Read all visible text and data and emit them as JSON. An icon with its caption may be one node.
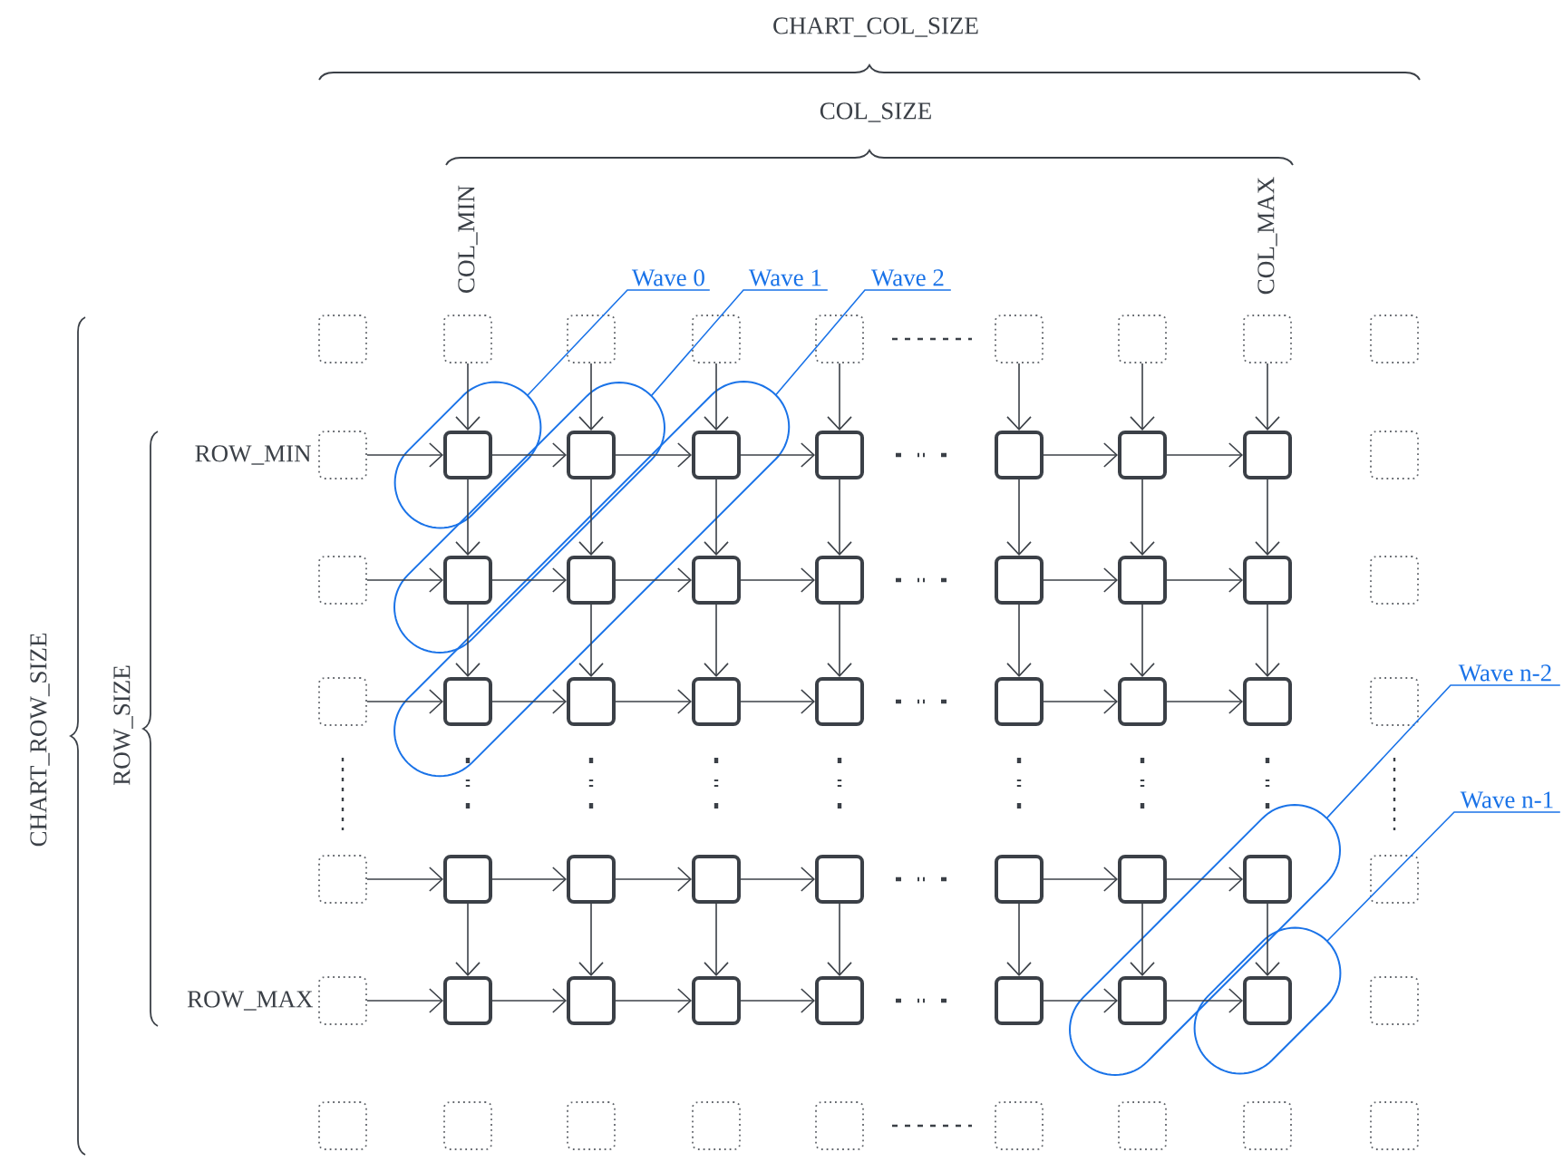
{
  "diagram": {
    "nodes": [
      {
        "text": [],
        "shape": "capsule"
      },
      {
        "text": [],
        "shape": "capsule"
      },
      {
        "text": [],
        "shape": "capsule"
      },
      {
        "text": [],
        "shape": "capsule"
      },
      {
        "text": [],
        "shape": "capsule"
      },
      {
        "text": [],
        "shape": "box"
      },
      {
        "text": [],
        "shape": "box"
      },
      {
        "text": [],
        "shape": "box"
      },
      {
        "text": [],
        "shape": "box"
      },
      {
        "text": [],
        "shape": "box"
      },
      {
        "text": [],
        "shape": "box"
      },
      {
        "text": [],
        "shape": "box"
      },
      {
        "text": [],
        "shape": "box"
      },
      {
        "text": [],
        "shape": "box"
      },
      {
        "text": [],
        "shape": "box"
      },
      {
        "text": [],
        "shape": "box",
        "in": 0
      },
      {
        "text": [],
        "shape": "box",
        "in": 1
      },
      {
        "text": [],
        "shape": "box",
        "in": 2
      },
      {
        "text": [],
        "shape": "box"
      },
      {
        "text": [],
        "shape": "box"
      },
      {
        "text": [],
        "shape": "box"
      },
      {
        "text": [],
        "shape": "box"
      },
      {
        "text": [],
        "shape": "box"
      },
      {
        "text": [],
        "shape": "box"
      },
      {
        "text": [],
        "shape": "box",
        "in": 1
      },
      {
        "text": [],
        "shape": "box",
        "in": 2
      },
      {
        "text": [],
        "shape": "box"
      },
      {
        "text": [],
        "shape": "box"
      },
      {
        "text": [],
        "shape": "box"
      },
      {
        "text": [],
        "shape": "box"
      },
      {
        "text": [],
        "shape": "box"
      },
      {
        "text": [],
        "shape": "box"
      },
      {
        "text": [],
        "shape": "box"
      },
      {
        "text": [],
        "shape": "box",
        "in": 2
      },
      {
        "text": [],
        "shape": "box"
      },
      {
        "text": [],
        "shape": "box"
      },
      {
        "text": [],
        "shape": "box"
      },
      {
        "text": [],
        "shape": "box"
      },
      {
        "text": [],
        "shape": "box"
      },
      {
        "text": [],
        "shape": "box"
      },
      {
        "text": [],
        "shape": "box"
      },
      {
        "text": [],
        "shape": "box"
      },
      {
        "text": [],
        "shape": "box"
      },
      {
        "text": [],
        "shape": "box"
      },
      {
        "text": [],
        "shape": "box"
      },
      {
        "text": [],
        "shape": "box"
      },
      {
        "text": [],
        "shape": "box"
      },
      {
        "text": [],
        "shape": "box"
      },
      {
        "text": [],
        "shape": "box",
        "in": 3
      },
      {
        "text": [],
        "shape": "box"
      },
      {
        "text": [],
        "shape": "box"
      },
      {
        "text": [],
        "shape": "box"
      },
      {
        "text": [],
        "shape": "box"
      },
      {
        "text": [],
        "shape": "box"
      },
      {
        "text": [],
        "shape": "box"
      },
      {
        "text": [],
        "shape": "box"
      },
      {
        "text": [],
        "shape": "box",
        "in": 3
      },
      {
        "text": [],
        "shape": "box",
        "in": 4
      },
      {
        "text": [],
        "shape": "box"
      },
      {
        "text": [],
        "shape": "box"
      },
      {
        "text": [],
        "shape": "box"
      },
      {
        "text": [],
        "shape": "box"
      },
      {
        "text": [],
        "shape": "box"
      },
      {
        "text": [],
        "shape": "box"
      },
      {
        "text": [],
        "shape": "box"
      },
      {
        "text": [],
        "shape": "box"
      },
      {
        "text": [],
        "shape": "box"
      },
      {
        "text": [],
        "shape": "box"
      },
      {
        "text": [
          "Wave 0"
        ]
      },
      {
        "text": [
          "Wave 1"
        ]
      },
      {
        "text": [
          "Wave 2"
        ]
      },
      {
        "text": [
          "Wave n-2"
        ]
      },
      {
        "text": [
          "Wave n-1"
        ]
      }
    ],
    "edges": [
      {
        "from": 14,
        "to": 15,
        "arrow": "to"
      },
      {
        "from": 15,
        "to": 16,
        "arrow": "to"
      },
      {
        "from": 16,
        "to": 17,
        "arrow": "to"
      },
      {
        "from": 17,
        "to": 18,
        "arrow": "to"
      },
      {
        "from": 19,
        "to": 20,
        "arrow": "to"
      },
      {
        "from": 20,
        "to": 21,
        "arrow": "to"
      },
      {
        "from": 23,
        "to": 24,
        "arrow": "to"
      },
      {
        "from": 24,
        "to": 25,
        "arrow": "to"
      },
      {
        "from": 25,
        "to": 26,
        "arrow": "to"
      },
      {
        "from": 26,
        "to": 27,
        "arrow": "to"
      },
      {
        "from": 28,
        "to": 29,
        "arrow": "to"
      },
      {
        "from": 29,
        "to": 30,
        "arrow": "to"
      },
      {
        "from": 32,
        "to": 33,
        "arrow": "to"
      },
      {
        "from": 33,
        "to": 34,
        "arrow": "to"
      },
      {
        "from": 34,
        "to": 35,
        "arrow": "to"
      },
      {
        "from": 35,
        "to": 36,
        "arrow": "to"
      },
      {
        "from": 37,
        "to": 38,
        "arrow": "to"
      },
      {
        "from": 38,
        "to": 39,
        "arrow": "to"
      },
      {
        "from": 41,
        "to": 42,
        "arrow": "to"
      },
      {
        "from": 42,
        "to": 43,
        "arrow": "to"
      },
      {
        "from": 43,
        "to": 44,
        "arrow": "to"
      },
      {
        "from": 44,
        "to": 45,
        "arrow": "to"
      },
      {
        "from": 46,
        "to": 47,
        "arrow": "to"
      },
      {
        "from": 47,
        "to": 48,
        "arrow": "to"
      },
      {
        "from": 50,
        "to": 51,
        "arrow": "to"
      },
      {
        "from": 51,
        "to": 52,
        "arrow": "to"
      },
      {
        "from": 52,
        "to": 53,
        "arrow": "to"
      },
      {
        "from": 53,
        "to": 54,
        "arrow": "to"
      },
      {
        "from": 55,
        "to": 56,
        "arrow": "to"
      },
      {
        "from": 56,
        "to": 57,
        "arrow": "to"
      },
      {
        "from": 6,
        "to": 15,
        "arrow": "to"
      },
      {
        "from": 15,
        "to": 24,
        "arrow": "to"
      },
      {
        "from": 24,
        "to": 33,
        "arrow": "to"
      },
      {
        "from": 42,
        "to": 51,
        "arrow": "to"
      },
      {
        "from": 7,
        "to": 16,
        "arrow": "to"
      },
      {
        "from": 16,
        "to": 25,
        "arrow": "to"
      },
      {
        "from": 25,
        "to": 34,
        "arrow": "to"
      },
      {
        "from": 43,
        "to": 52,
        "arrow": "to"
      },
      {
        "from": 8,
        "to": 17,
        "arrow": "to"
      },
      {
        "from": 17,
        "to": 26,
        "arrow": "to"
      },
      {
        "from": 26,
        "to": 35,
        "arrow": "to"
      },
      {
        "from": 44,
        "to": 53,
        "arrow": "to"
      },
      {
        "from": 9,
        "to": 18,
        "arrow": "to"
      },
      {
        "from": 18,
        "to": 27,
        "arrow": "to"
      },
      {
        "from": 27,
        "to": 36,
        "arrow": "to"
      },
      {
        "from": 45,
        "to": 54,
        "arrow": "to"
      },
      {
        "from": 10,
        "to": 19,
        "arrow": "to"
      },
      {
        "from": 19,
        "to": 28,
        "arrow": "to"
      },
      {
        "from": 28,
        "to": 37,
        "arrow": "to"
      },
      {
        "from": 46,
        "to": 55,
        "arrow": "to"
      },
      {
        "from": 11,
        "to": 20,
        "arrow": "to"
      },
      {
        "from": 20,
        "to": 29,
        "arrow": "to"
      },
      {
        "from": 29,
        "to": 38,
        "arrow": "to"
      },
      {
        "from": 47,
        "to": 56,
        "arrow": "to"
      },
      {
        "from": 12,
        "to": 21,
        "arrow": "to"
      },
      {
        "from": 21,
        "to": 30,
        "arrow": "to"
      },
      {
        "from": 30,
        "to": 39,
        "arrow": "to"
      },
      {
        "from": 48,
        "to": 57,
        "arrow": "to"
      },
      {
        "from": 68,
        "to": 0,
        "arrow": "none",
        "color": "#1a73e8"
      },
      {
        "from": 69,
        "to": 1,
        "arrow": "none",
        "color": "#1a73e8"
      },
      {
        "from": 70,
        "to": 2,
        "arrow": "none",
        "color": "#1a73e8"
      },
      {
        "from": 71,
        "to": 3,
        "arrow": "none",
        "color": "#1a73e8"
      },
      {
        "from": 72,
        "to": 4,
        "arrow": "none",
        "color": "#1a73e8"
      }
    ],
    "labels": [
      "CHART_COL_SIZE",
      "COL_SIZE",
      "COL_MIN",
      "COL_MAX",
      "CHART_ROW_SIZE",
      "ROW_SIZE",
      "ROW_MIN",
      "ROW_MAX"
    ]
  }
}
